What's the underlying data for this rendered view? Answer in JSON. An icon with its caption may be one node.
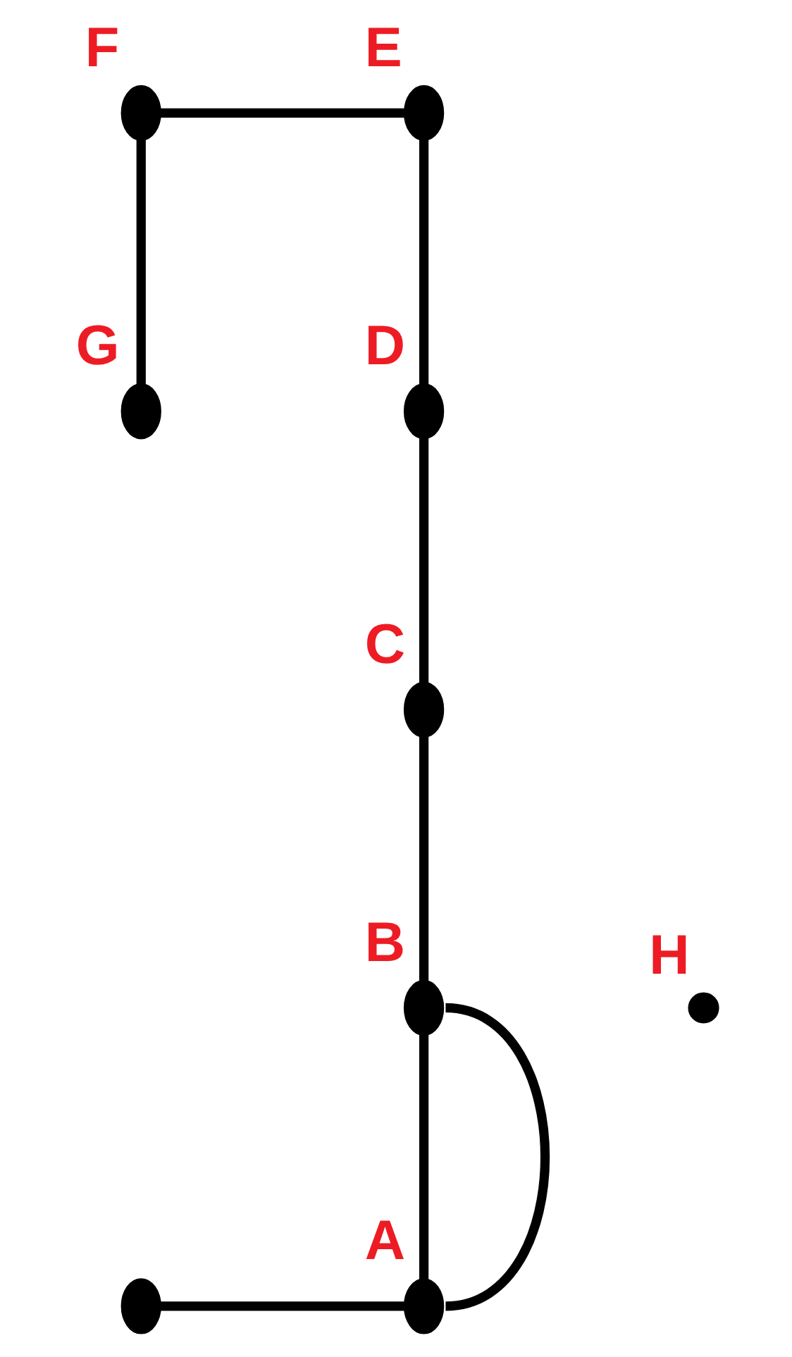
{
  "diagram": {
    "nodes": [
      {
        "text": [],
        "shape": "circle",
        "beside": [
          "F"
        ]
      },
      {
        "text": [],
        "shape": "circle",
        "beside": [
          "E"
        ]
      },
      {
        "text": [],
        "shape": "circle",
        "beside": [
          "G"
        ]
      },
      {
        "text": [],
        "shape": "circle",
        "beside": [
          "D"
        ]
      },
      {
        "text": [],
        "shape": "circle",
        "beside": [
          "C"
        ]
      },
      {
        "text": [],
        "shape": "circle",
        "beside": [
          "H"
        ]
      },
      {
        "text": [],
        "shape": "circle",
        "beside": [
          "B"
        ]
      },
      {
        "text": [],
        "shape": "circle"
      },
      {
        "text": [],
        "shape": "circle",
        "beside": [
          "A"
        ]
      }
    ],
    "edges": [
      {
        "from": 0,
        "to": 1,
        "arrow": "none"
      },
      {
        "from": 0,
        "to": 2,
        "arrow": "none"
      },
      {
        "from": 1,
        "to": 3,
        "arrow": "none"
      },
      {
        "from": 3,
        "to": 4,
        "arrow": "none"
      },
      {
        "from": 4,
        "to": 6,
        "arrow": "none"
      },
      {
        "from": 6,
        "to": 8,
        "arrow": "none"
      },
      {
        "from": 6,
        "to": 8,
        "arrow": "none"
      },
      {
        "from": 7,
        "to": 8,
        "arrow": "none"
      }
    ]
  }
}
